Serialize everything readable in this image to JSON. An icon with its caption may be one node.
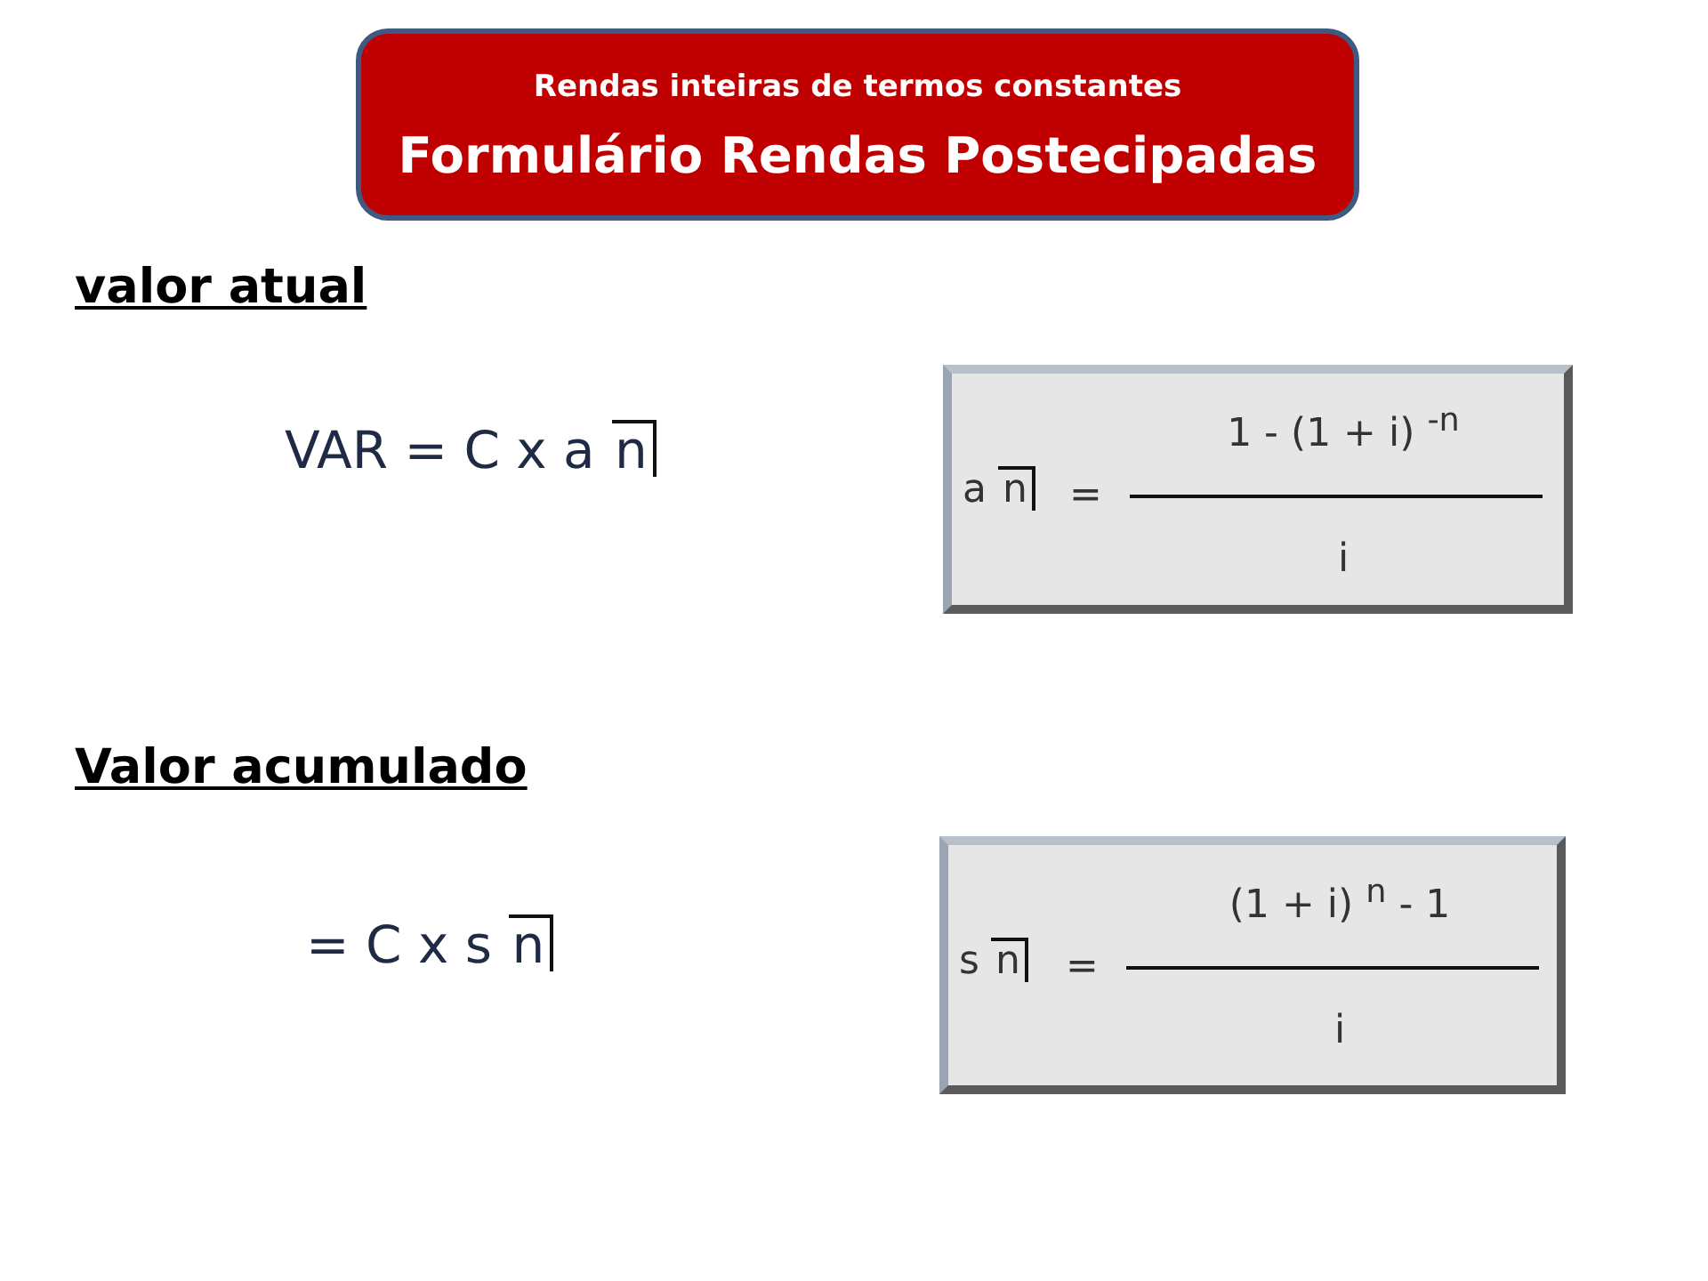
{
  "diagram": {
    "nodes": [
      {
        "text": [
          "Rendas inteiras de termos constantes",
          "Formulário Rendas Postecipadas"
        ]
      },
      {
        "text": [
          "a n",
          "=",
          "1 - (1 + i) $^{-n}$",
          "i"
        ]
      },
      {
        "text": [
          "s n",
          "=",
          "(1 + i) $^{n}$ - 1",
          "i"
        ]
      }
    ],
    "labels": [
      "valor atual",
      "VAR = C x a n",
      "Valor acumulado",
      "= C x s n"
    ]
  }
}
